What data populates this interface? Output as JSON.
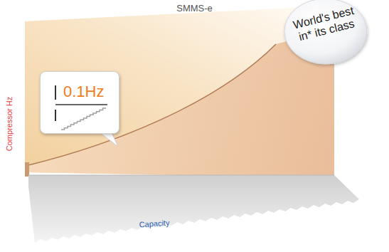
{
  "diagram": {
    "title": "SMMS-e",
    "nodes": [
      {
        "text": [
          "0.1Hz"
        ]
      },
      {
        "text": [
          "World's best in* its class"
        ]
      }
    ],
    "labels": [
      "Compressor Hz",
      "Capacity"
    ]
  }
}
